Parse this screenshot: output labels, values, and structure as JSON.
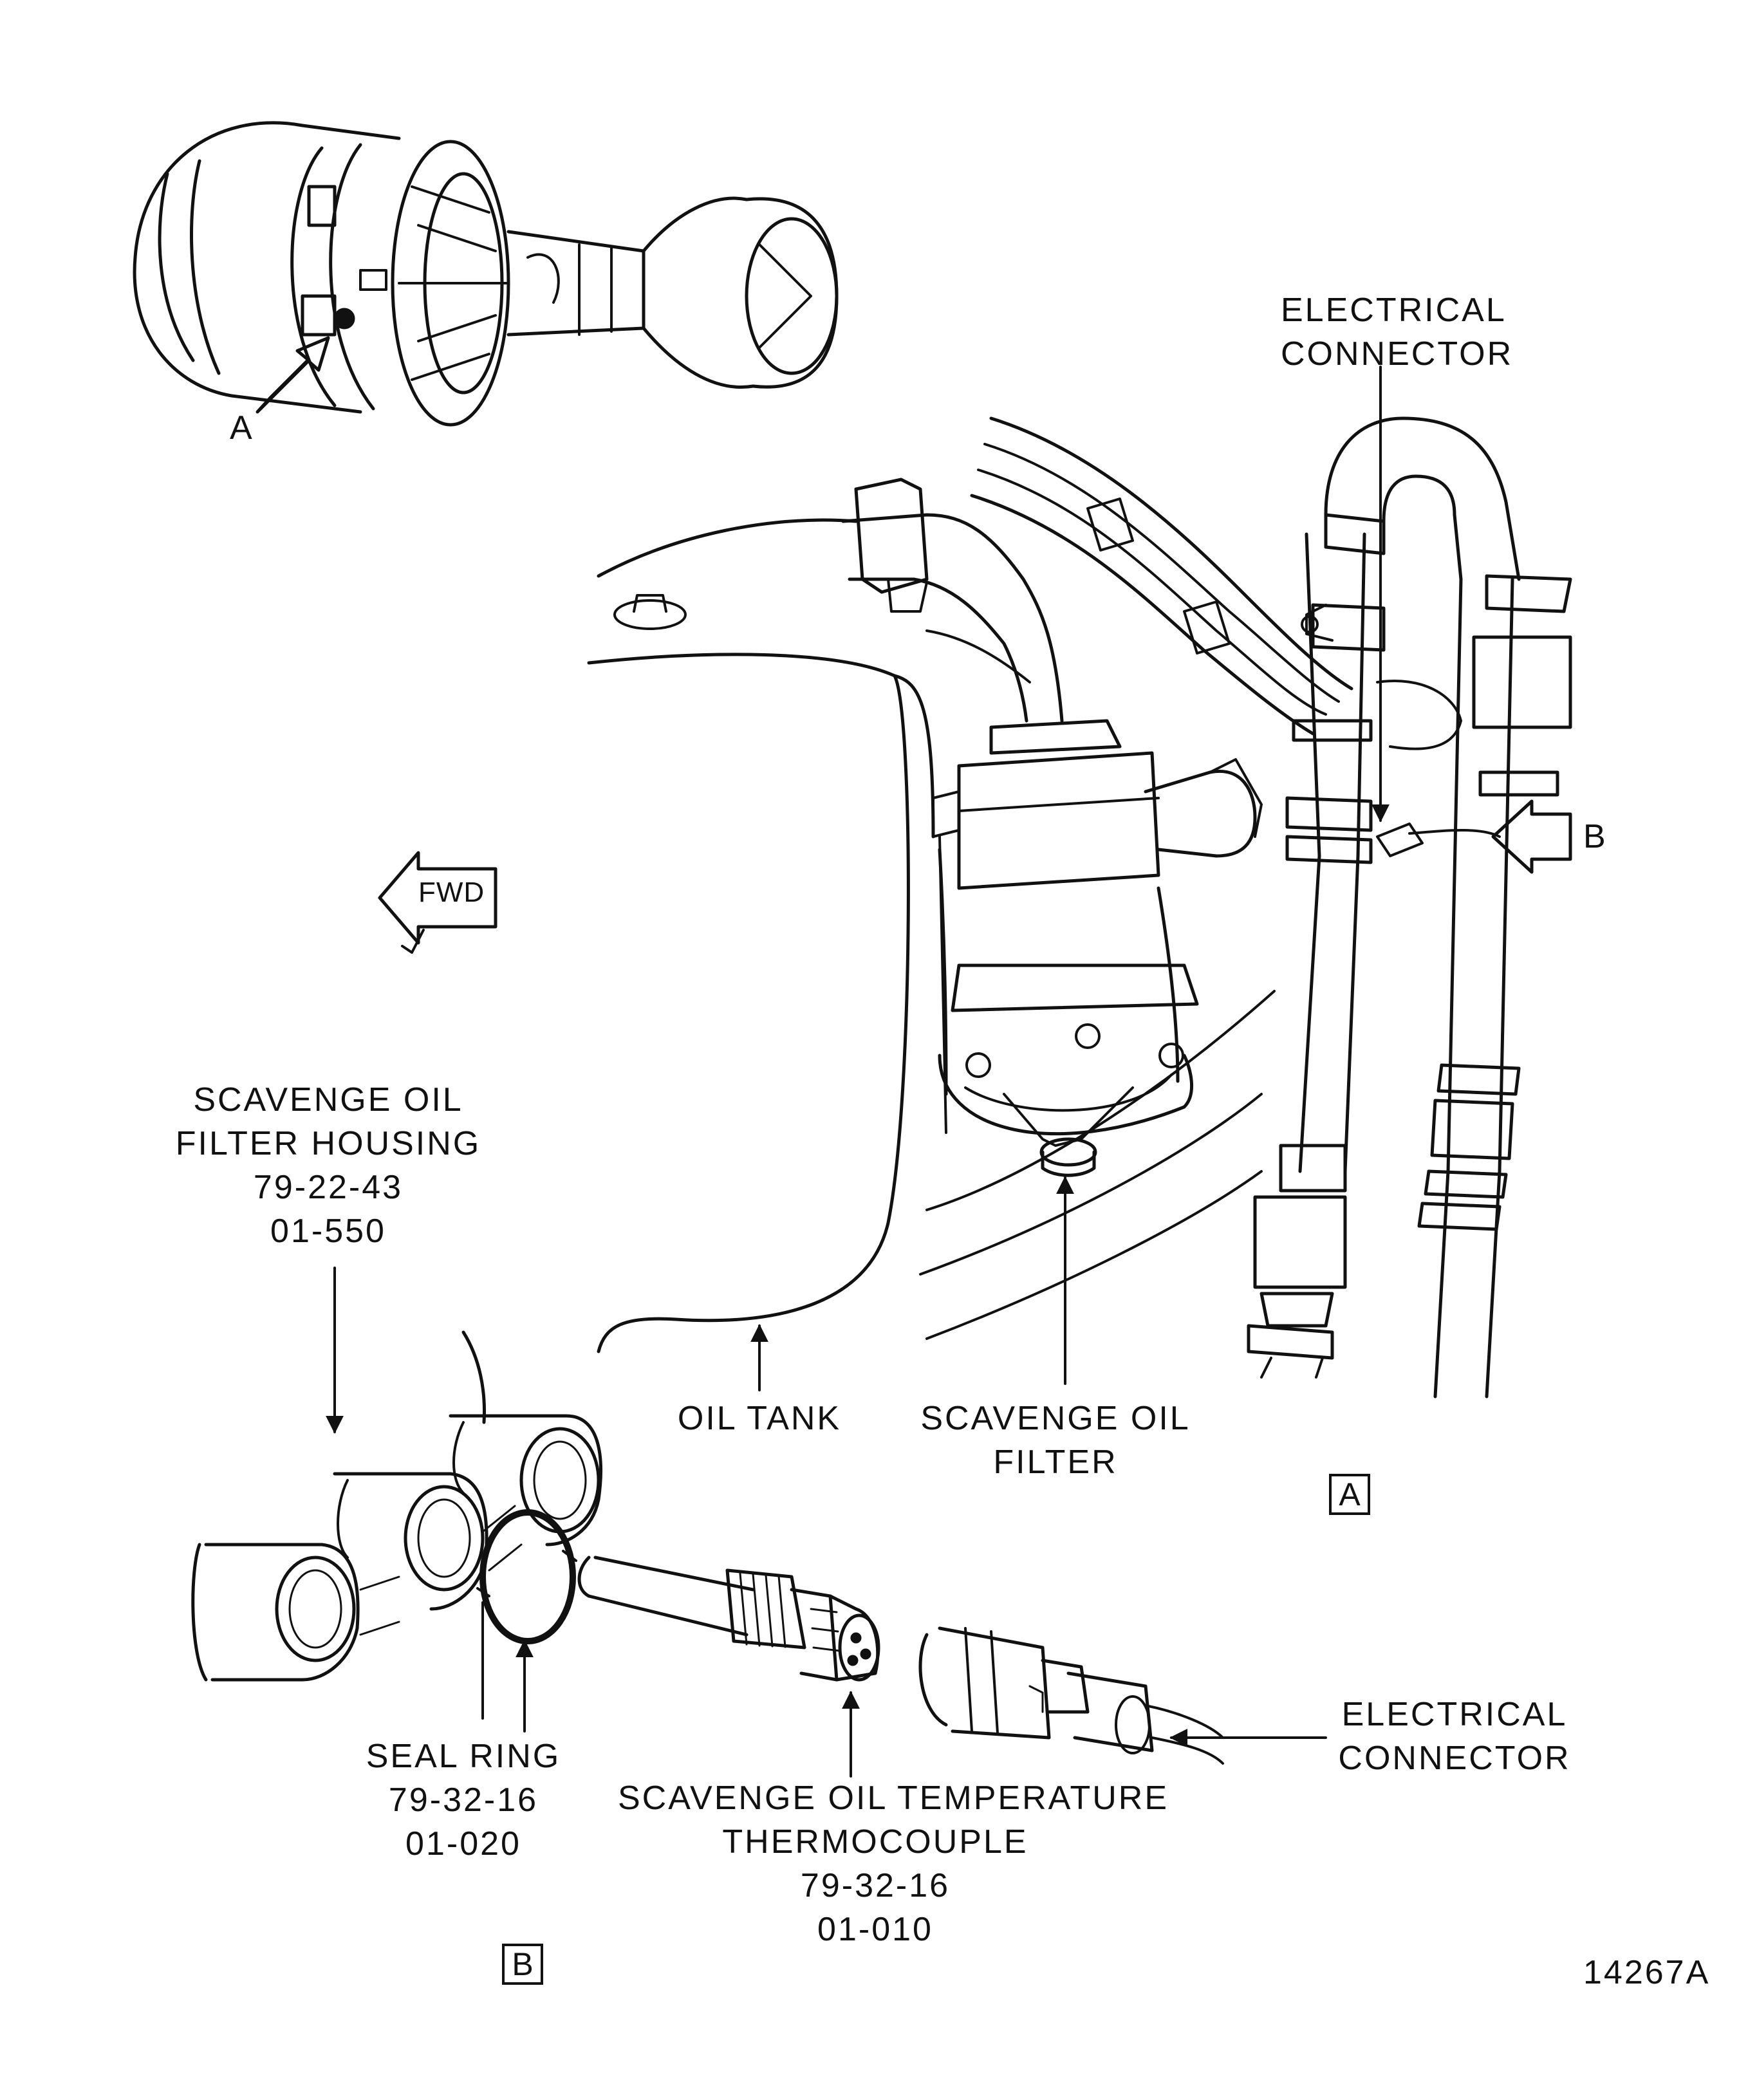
{
  "labels": {
    "electrical_connector_top": [
      "ELECTRICAL",
      "CONNECTOR"
    ],
    "view_a_arrow": "A",
    "view_b_arrow": "B",
    "fwd": "FWD",
    "filter_housing": [
      "SCAVENGE OIL",
      "FILTER HOUSING",
      "79-22-43",
      "01-550"
    ],
    "oil_tank": "OIL  TANK",
    "scavenge_oil_filter": [
      "SCAVENGE OIL",
      "FILTER"
    ],
    "view_box_a": "A",
    "seal_ring": [
      "SEAL  RING",
      "79-32-16",
      "01-020"
    ],
    "thermocouple": [
      "SCAVENGE OIL TEMPERATURE",
      "THERMOCOUPLE",
      "79-32-16",
      "01-010"
    ],
    "electrical_connector_bottom": [
      "ELECTRICAL",
      "CONNECTOR"
    ],
    "view_box_b": "B",
    "figure_number": "14267A"
  }
}
